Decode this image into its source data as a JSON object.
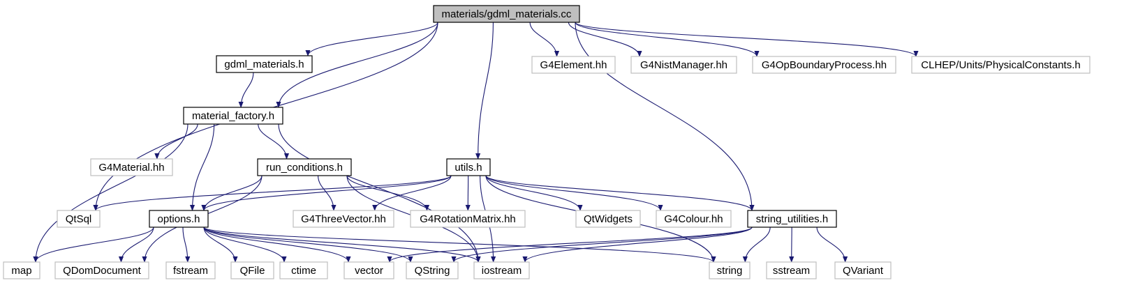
{
  "diagram": {
    "nodes": {
      "root": {
        "label": "materials/gdml_materials.cc",
        "kind": "root"
      },
      "gdml_materials_h": {
        "label": "gdml_materials.h",
        "kind": "local"
      },
      "g4element": {
        "label": "G4Element.hh",
        "kind": "external"
      },
      "g4nistmanager": {
        "label": "G4NistManager.hh",
        "kind": "external"
      },
      "g4opboundary": {
        "label": "G4OpBoundaryProcess.hh",
        "kind": "external"
      },
      "clhep": {
        "label": "CLHEP/Units/PhysicalConstants.h",
        "kind": "external"
      },
      "material_factory_h": {
        "label": "material_factory.h",
        "kind": "local"
      },
      "g4material": {
        "label": "G4Material.hh",
        "kind": "external"
      },
      "run_conditions_h": {
        "label": "run_conditions.h",
        "kind": "local"
      },
      "utils_h": {
        "label": "utils.h",
        "kind": "local"
      },
      "qtsql": {
        "label": "QtSql",
        "kind": "external"
      },
      "options_h": {
        "label": "options.h",
        "kind": "local"
      },
      "g4threevector": {
        "label": "G4ThreeVector.hh",
        "kind": "external"
      },
      "g4rotationmatrix": {
        "label": "G4RotationMatrix.hh",
        "kind": "external"
      },
      "qtwidgets": {
        "label": "QtWidgets",
        "kind": "external"
      },
      "g4colour": {
        "label": "G4Colour.hh",
        "kind": "external"
      },
      "string_utilities_h": {
        "label": "string_utilities.h",
        "kind": "local"
      },
      "map": {
        "label": "map",
        "kind": "external"
      },
      "qdomdocument": {
        "label": "QDomDocument",
        "kind": "external"
      },
      "fstream": {
        "label": "fstream",
        "kind": "external"
      },
      "qfile": {
        "label": "QFile",
        "kind": "external"
      },
      "ctime": {
        "label": "ctime",
        "kind": "external"
      },
      "vector": {
        "label": "vector",
        "kind": "external"
      },
      "qstring": {
        "label": "QString",
        "kind": "external"
      },
      "iostream": {
        "label": "iostream",
        "kind": "external"
      },
      "string": {
        "label": "string",
        "kind": "external"
      },
      "sstream": {
        "label": "sstream",
        "kind": "external"
      },
      "qvariant": {
        "label": "QVariant",
        "kind": "external"
      }
    },
    "edges": [
      [
        "root",
        "gdml_materials_h"
      ],
      [
        "root",
        "g4element"
      ],
      [
        "root",
        "g4nistmanager"
      ],
      [
        "root",
        "g4opboundary"
      ],
      [
        "root",
        "clhep"
      ],
      [
        "root",
        "material_factory_h"
      ],
      [
        "root",
        "qtsql"
      ],
      [
        "root",
        "utils_h"
      ],
      [
        "root",
        "string_utilities_h"
      ],
      [
        "gdml_materials_h",
        "material_factory_h"
      ],
      [
        "material_factory_h",
        "g4material"
      ],
      [
        "material_factory_h",
        "run_conditions_h"
      ],
      [
        "material_factory_h",
        "options_h"
      ],
      [
        "material_factory_h",
        "map"
      ],
      [
        "material_factory_h",
        "iostream"
      ],
      [
        "run_conditions_h",
        "options_h"
      ],
      [
        "run_conditions_h",
        "g4threevector"
      ],
      [
        "run_conditions_h",
        "g4rotationmatrix"
      ],
      [
        "run_conditions_h",
        "qdomdocument"
      ],
      [
        "run_conditions_h",
        "iostream"
      ],
      [
        "utils_h",
        "qtsql"
      ],
      [
        "utils_h",
        "options_h"
      ],
      [
        "utils_h",
        "g4threevector"
      ],
      [
        "utils_h",
        "g4rotationmatrix"
      ],
      [
        "utils_h",
        "qtwidgets"
      ],
      [
        "utils_h",
        "g4colour"
      ],
      [
        "utils_h",
        "string_utilities_h"
      ],
      [
        "utils_h",
        "iostream"
      ],
      [
        "utils_h",
        "string"
      ],
      [
        "options_h",
        "map"
      ],
      [
        "options_h",
        "qdomdocument"
      ],
      [
        "options_h",
        "fstream"
      ],
      [
        "options_h",
        "qfile"
      ],
      [
        "options_h",
        "ctime"
      ],
      [
        "options_h",
        "vector"
      ],
      [
        "options_h",
        "qstring"
      ],
      [
        "options_h",
        "iostream"
      ],
      [
        "options_h",
        "string"
      ],
      [
        "string_utilities_h",
        "vector"
      ],
      [
        "string_utilities_h",
        "qstring"
      ],
      [
        "string_utilities_h",
        "iostream"
      ],
      [
        "string_utilities_h",
        "string"
      ],
      [
        "string_utilities_h",
        "sstream"
      ],
      [
        "string_utilities_h",
        "qvariant"
      ]
    ]
  },
  "colors": {
    "edge": "#191970",
    "root_fill": "#bfbfbf",
    "local_border": "#000000",
    "external_border": "#bfbfbf"
  }
}
